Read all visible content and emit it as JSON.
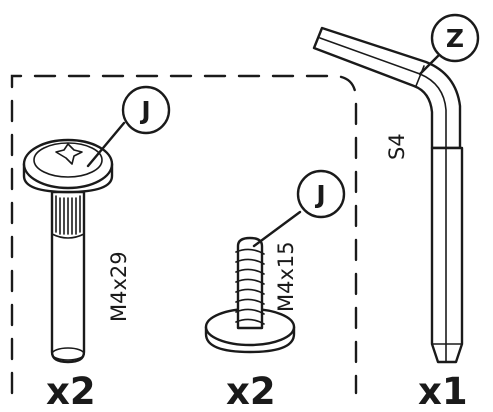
{
  "parts": [
    {
      "id": "bolt-long",
      "callout": "J",
      "size_label": "M4x29",
      "quantity": "x2",
      "icon": "bolt-icon"
    },
    {
      "id": "screw-short",
      "callout": "J",
      "size_label": "M4x15",
      "quantity": "x2",
      "icon": "screw-icon"
    },
    {
      "id": "hex-key",
      "callout": "Z",
      "size_label": "S4",
      "quantity": "x1",
      "icon": "allen-key-icon"
    }
  ],
  "colors": {
    "line": "#1a1a1a",
    "background": "#ffffff"
  }
}
